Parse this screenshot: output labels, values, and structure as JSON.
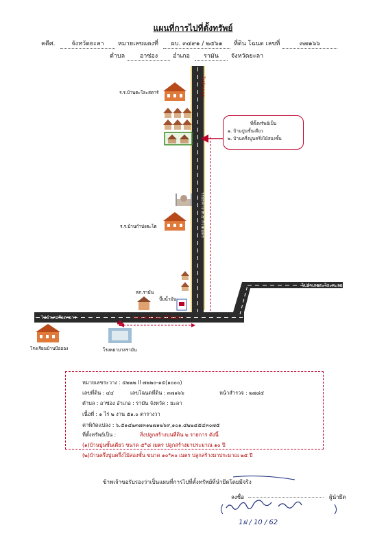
{
  "title": "แผนที่การไปที่ตั้งทรัพย์",
  "header": {
    "case_label": "คดีศ.",
    "court": "จังหวัดยะลา",
    "black_case_label": "หมายเลขแดงที่",
    "black_case": "ผบ. ๓๔๙๑ / ๒๕๖๑",
    "deed_label": "ที่ดิน โฉนด เลขที่",
    "deed_no": "๓๗๑๖๖",
    "subdistrict_label": "ตำบล",
    "subdistrict": "อาซ่อง",
    "district_label": "อำเภอ",
    "district": "รามัน",
    "province": "จังหวัดยะลา"
  },
  "map": {
    "labels": {
      "school_top": "ร.ร.บ้านตะโละสตาร์",
      "school_mid": "ร.ร.บ้านกำปงตะโต",
      "office": "สภ.รามัน",
      "gas": "ปั๊มน้ำมัน",
      "school_left": "โรงเรียนบ้านบือออง",
      "hospital": "โรงพยาบาลรามัน",
      "road_left": "ไปอำเภอรือดายาร",
      "road_right": "ไปอำเภอตะโละหะลอ",
      "road_top": "ไปอำเภอรู",
      "road_vertical": "ระยะทาง ๓.๔ กิโลเมตร",
      "road_distance": "ระยะทาง ๒.๓๐ กิโลเมตร"
    },
    "callout": {
      "title": "ที่ตั้งทรัพย์เป็น",
      "item1": "๑. บ้านปูนชั้นเดียว",
      "item2": "๒. บ้านครึ่งปูนครึ่งไม้สองชั้น"
    }
  },
  "info": {
    "zone": "หมายเลขระวาง : ๕๒๒๒ II ๗๒๒๐-๑๕(๑๐๐๐)",
    "parcel": "เลขที่ดิน : ๔๔",
    "deed": "เลขโฉนดที่ดิน : ๓๗๑๖๖",
    "survey": "หน้าสำรวจ : ๒๗๘๕",
    "location": "ตำบล : อาซ่อง      อำเภอ : รามัน      จังหวัด : ยะลา",
    "area": "เนื้อที่ : ๑ ไร่ ๒ งาน ๕๑.๐ ตารางวา",
    "coords": "ค่าพิกัดแปลง : ๖.๕๑๔๒๓๗๓๑๒๗๑๒๖๙,๑๐๑.๔๒๒๔๕๔๓๐๗๕",
    "property_label": "ที่ตั้งทรัพย์เป็น :",
    "property_desc": "สิ่งปลูกสร้างบนที่ดิน ๒ รายการ ดังนี้",
    "item1": "(๑)บ้านปูนชั้นเดียว ขนาด ๕*๘ เมตร ปลูกสร้างมาประมาณ ๑๐ ปี",
    "item2": "(๒)บ้านครึ่งปูนครึ่งไม้สองชั้น ขนาด ๑๐*๓๐ เมตร ปลูกสร้างมาประมาณ ๒๕ ปี"
  },
  "certify": {
    "statement": "ข้าพเจ้าขอรับรองว่าเป็นแผนที่การไปที่ตั้งทรัพย์ที่นำยึดโดยมีจริง",
    "sign_label": "ลงชื่อ",
    "role": "ผู้นำยึด",
    "date": "1ฝ / 10 / 62"
  },
  "colors": {
    "accent": "#c0002a",
    "road": "#2b2b2b",
    "building": "#e07a3a"
  }
}
